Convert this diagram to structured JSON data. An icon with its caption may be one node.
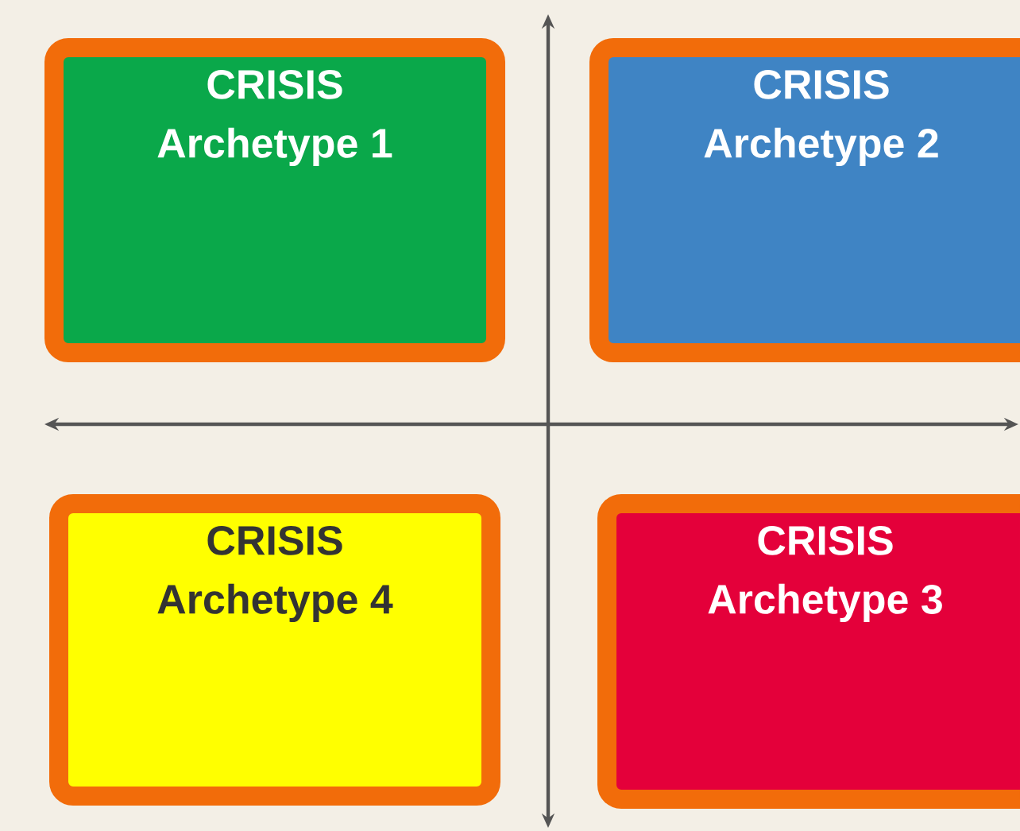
{
  "diagram": {
    "nodes": [
      {
        "text": [
          "CRISIS",
          "Archetype 1"
        ]
      },
      {
        "text": [
          "CRISIS",
          "Archetype 2"
        ]
      },
      {
        "text": [
          "CRISIS",
          "Archetype 4"
        ]
      },
      {
        "text": [
          "CRISIS",
          "Archetype 3"
        ]
      }
    ]
  }
}
